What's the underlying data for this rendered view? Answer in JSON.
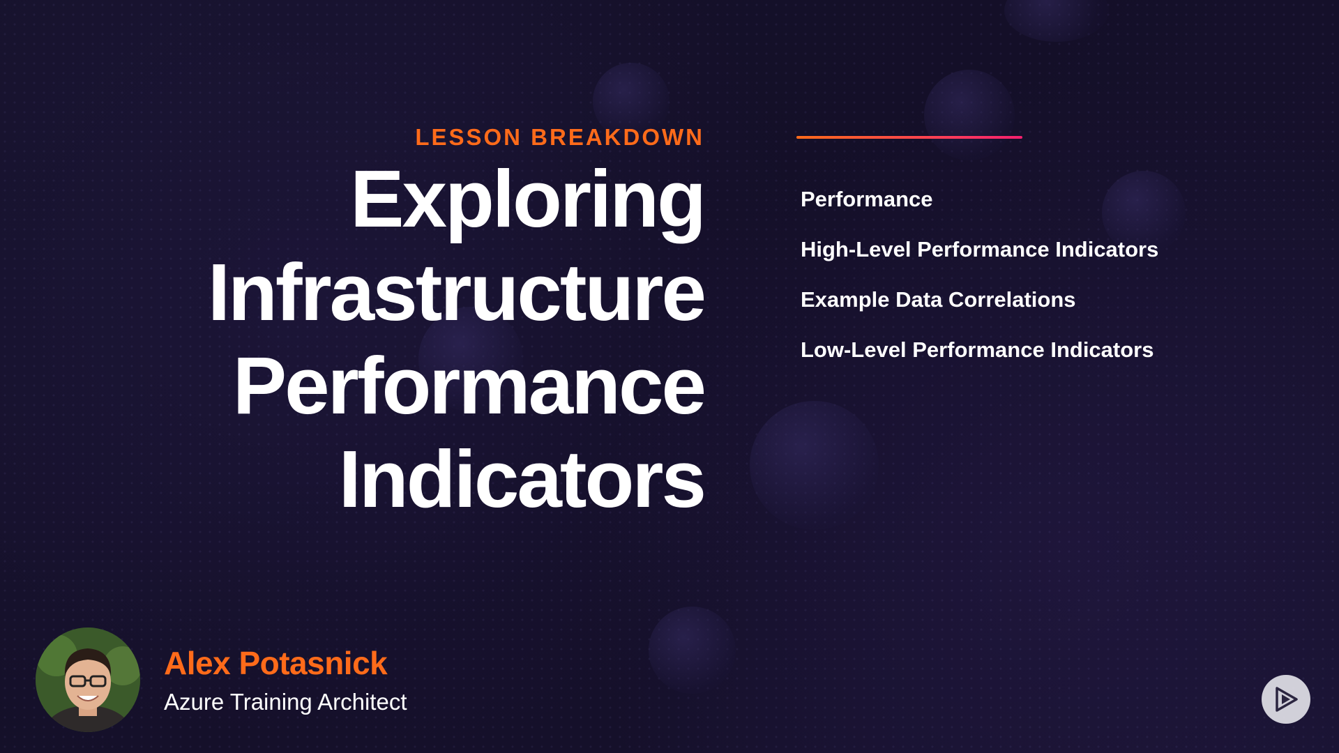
{
  "slide": {
    "eyebrow": "LESSON BREAKDOWN",
    "title_lines": [
      "Exploring",
      "Infrastructure",
      "Performance",
      "Indicators"
    ],
    "topics": [
      "Performance",
      "High-Level Performance Indicators",
      "Example Data Correlations",
      "Low-Level Performance Indicators"
    ]
  },
  "presenter": {
    "name": "Alex Potasnick",
    "role": "Azure Training Architect",
    "avatar_icon": "presenter-photo"
  },
  "brand": {
    "logo_icon": "play-logo-icon"
  },
  "colors": {
    "background": "#141127",
    "accent_orange": "#ff6b1a",
    "accent_pink": "#f21f6e",
    "text": "#ffffff"
  }
}
